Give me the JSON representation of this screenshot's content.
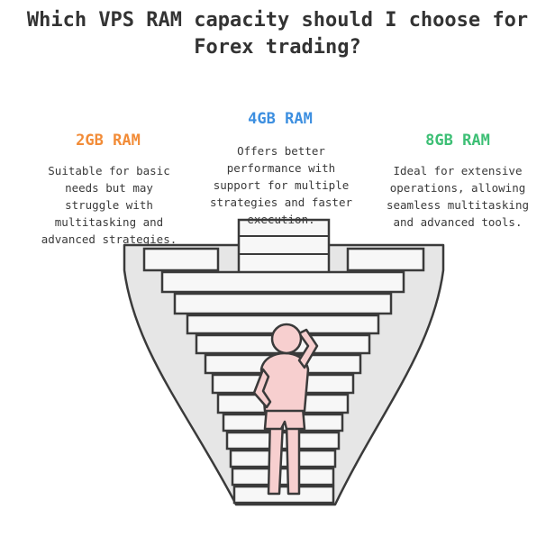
{
  "title": {
    "line1": "Which VPS RAM capacity should I choose for",
    "line2": "Forex trading?"
  },
  "options": [
    {
      "heading": "2GB RAM",
      "color": "#f28c38",
      "lines": [
        "Suitable for basic",
        "needs but may",
        "struggle with",
        "multitasking and",
        "advanced strategies."
      ]
    },
    {
      "heading": "4GB RAM",
      "color": "#3d8fe0",
      "lines": [
        "Offers better",
        "performance with",
        "support for multiple",
        "strategies and faster",
        "execution."
      ]
    },
    {
      "heading": "8GB RAM",
      "color": "#3dbf75",
      "lines": [
        "Ideal for extensive",
        "operations, allowing",
        "seamless multitasking",
        "and advanced tools."
      ]
    }
  ],
  "colors": {
    "ink": "#3a3a3a",
    "wall": "#e6e6e6",
    "step": "#f7f7f7",
    "figure": "#f7cfcf",
    "figure_outline": "#3a3a3a"
  }
}
